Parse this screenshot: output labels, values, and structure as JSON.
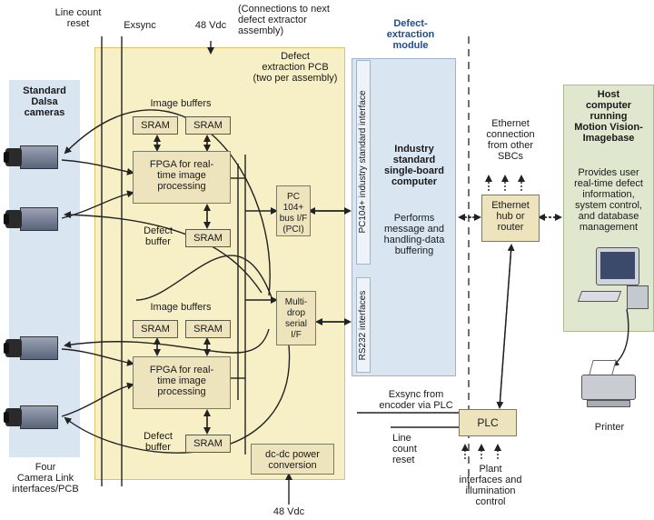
{
  "labels": {
    "line_count_reset_top": "Line count\nreset",
    "exsync_top": "Exsync",
    "vdc_top": "48 Vdc",
    "connections_next": "(Connections to next\ndefect extractor\nassembly)",
    "defect_extraction_pcb": "Defect\nextraction PCB\n(two per assembly)",
    "module_title": "Defect-\nextraction\nmodule",
    "cameras_title": "Standard\nDalsa\ncameras",
    "cameras_bottom": "Four\nCamera Link\ninterfaces/PCB",
    "image_buffers_1": "Image buffers",
    "image_buffers_2": "Image buffers",
    "sram": "SRAM",
    "fpga_1": "FPGA for real-\ntime image\nprocessing",
    "fpga_2": "FPGA for real-\ntime image\nprocessing",
    "defect_buffer_1": "Defect\nbuffer",
    "defect_buffer_2": "Defect\nbuffer",
    "pc104_bus": "PC 104+\nbus I/F\n(PCI)",
    "multidrop": "Multi-\ndrop\nserial\nI/F",
    "dcdc": "dc-dc power\nconversion",
    "vdc_bottom": "48 Vdc",
    "industry_interface_vert": "PC104+ industry standard interface",
    "rs232_vert": "RS232 interfaces",
    "sbc_title": "Industry\nstandard\nsingle-board\ncomputer",
    "sbc_desc": "Performs\nmessage and\nhandling-data\nbuffering",
    "ethernet_from_sbcs": "Ethernet\nconnection\nfrom other\nSBCs",
    "ethernet_hub": "Ethernet\nhub or\nrouter",
    "host_title": "Host\ncomputer\nrunning\nMotion Vision-\nImagebase",
    "host_desc": "Provides user\nreal-time defect\ninformation,\nsystem control,\nand database\nmanagement",
    "printer": "Printer",
    "exsync_encoder": "Exsync from\nencoder via PLC",
    "plc": "PLC",
    "line_count_reset_bottom": "Line\ncount\nreset",
    "plant_interfaces": "Plant\ninterfaces and\nillumination\ncontrol"
  },
  "colors": {
    "pcb_fill": "#f7efc6",
    "pcb_border": "#d8c56a",
    "module_fill": "#dae5f2",
    "host_fill": "#dfe8cf",
    "block_fill": "#ede3bd",
    "title_blue": "#1f4e8c"
  }
}
